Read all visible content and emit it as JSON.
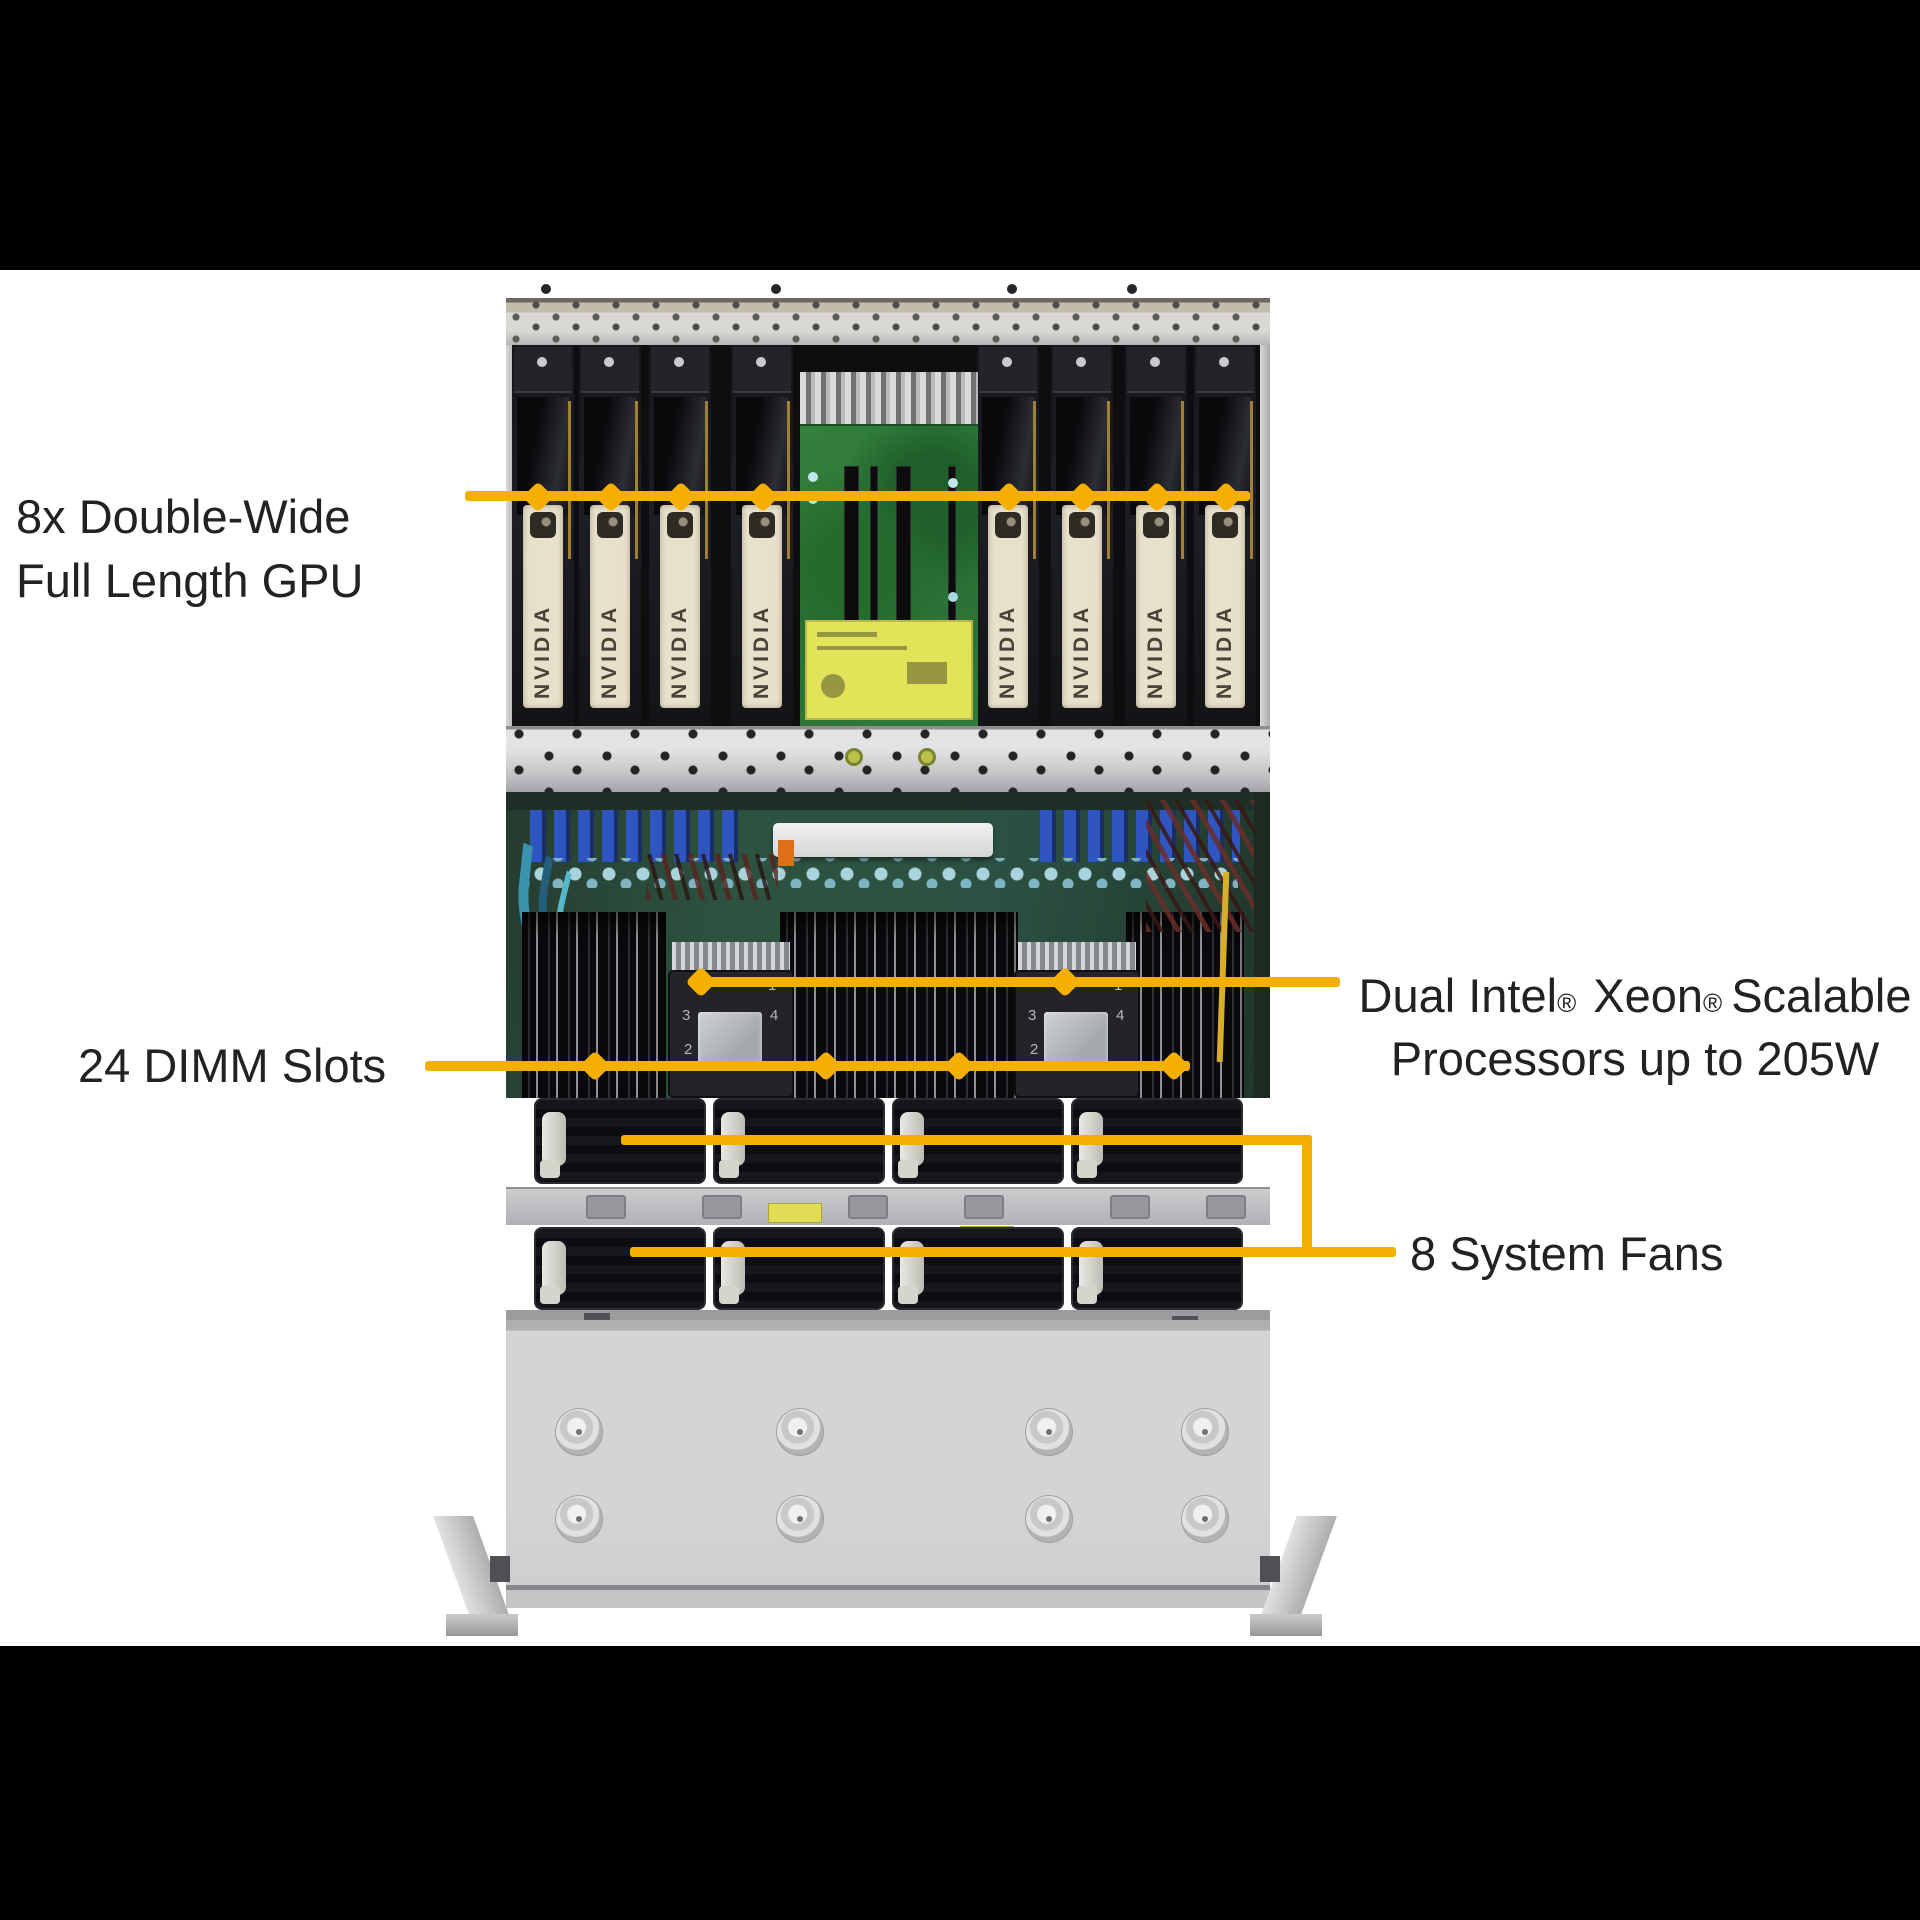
{
  "annotations": {
    "gpu_label": {
      "line1": "8x Double-Wide",
      "line2": "Full Length GPU"
    },
    "dimm_label": "24 DIMM Slots",
    "cpu_label": {
      "t1": "Dual Intel",
      "reg1": "®",
      "t2": "Xeon",
      "reg2": "®",
      "t3": "Scalable",
      "line2": "Processors up to 205W"
    },
    "fans_label": "8 System Fans"
  },
  "hardware": {
    "gpu_brand": "NVIDIA",
    "heatsink_marks": {
      "m1": "1",
      "m2": "3",
      "m3": "4",
      "m4": "2"
    }
  },
  "colors": {
    "accent": "#F4AF00",
    "label_text": "#222222",
    "pcb_green": "#2f7a3b",
    "sticker_yellow": "#e3e35a",
    "gpu_label_cream": "#e7e0ca",
    "chassis_gray": "#d3d4d6"
  }
}
